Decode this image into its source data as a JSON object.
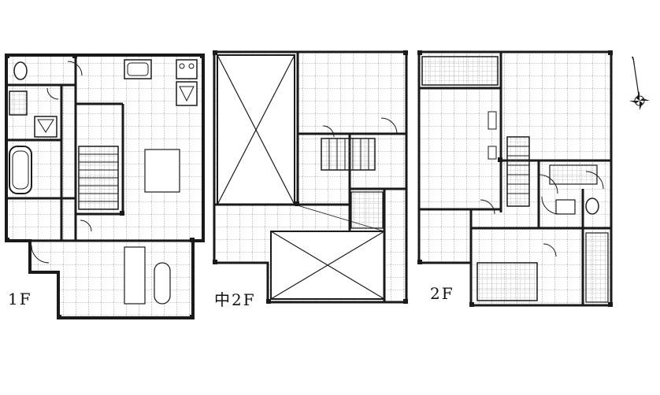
{
  "floors": [
    {
      "id": "1f",
      "label": "1F"
    },
    {
      "id": "m2f",
      "label": "中2F"
    },
    {
      "id": "2f",
      "label": "2F"
    }
  ],
  "colors": {
    "line": "#1a1a1a",
    "grid": "#555555",
    "background": "#ffffff"
  },
  "icons": [
    "north-arrow-icon",
    "compass-rose-icon"
  ]
}
